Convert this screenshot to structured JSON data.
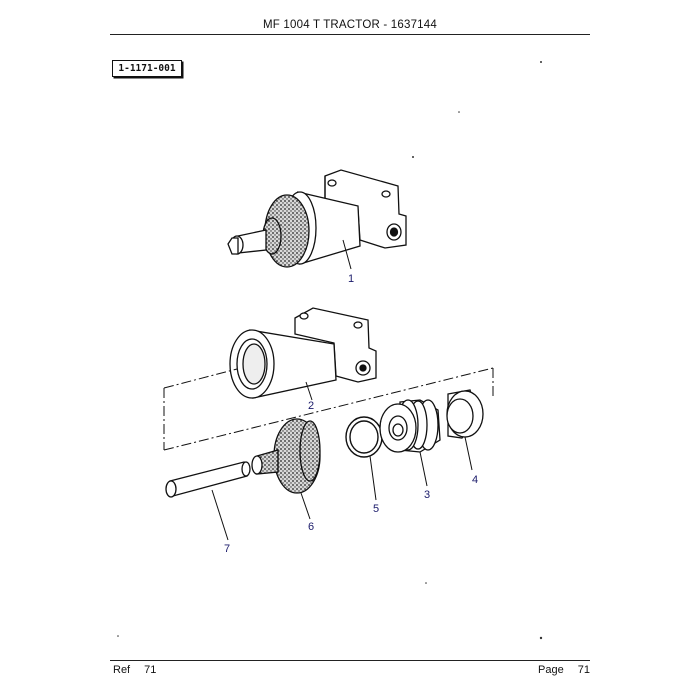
{
  "header": {
    "title": "MF 1004 T TRACTOR - 1637144"
  },
  "figure": {
    "reference": "1-1171-001"
  },
  "callouts": [
    "1",
    "2",
    "3",
    "4",
    "5",
    "6",
    "7"
  ],
  "footer": {
    "ref_label": "Ref",
    "ref_number": "71",
    "page_label": "Page",
    "page_number": "71"
  }
}
